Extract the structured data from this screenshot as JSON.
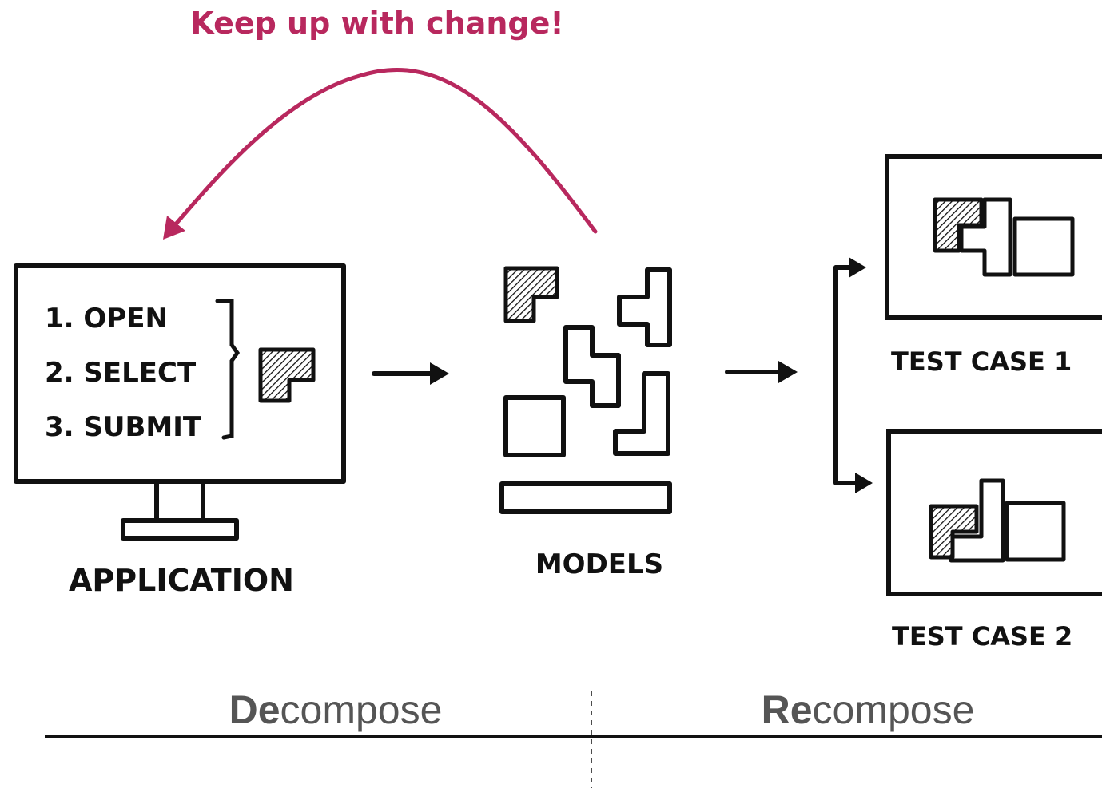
{
  "banner": {
    "text": "Keep up with change!",
    "color": "#b8285e"
  },
  "application": {
    "steps": [
      "1. OPEN",
      "2. SELECT",
      "3. SUBMIT"
    ],
    "label": "APPLICATION"
  },
  "models": {
    "label": "MODELS"
  },
  "test_cases": [
    {
      "label": "TEST CASE 1"
    },
    {
      "label": "TEST CASE 2"
    }
  ],
  "phases": {
    "decompose": {
      "bold": "De",
      "rest": "compose"
    },
    "recompose": {
      "bold": "Re",
      "rest": "compose"
    },
    "text_color": "#555555"
  }
}
